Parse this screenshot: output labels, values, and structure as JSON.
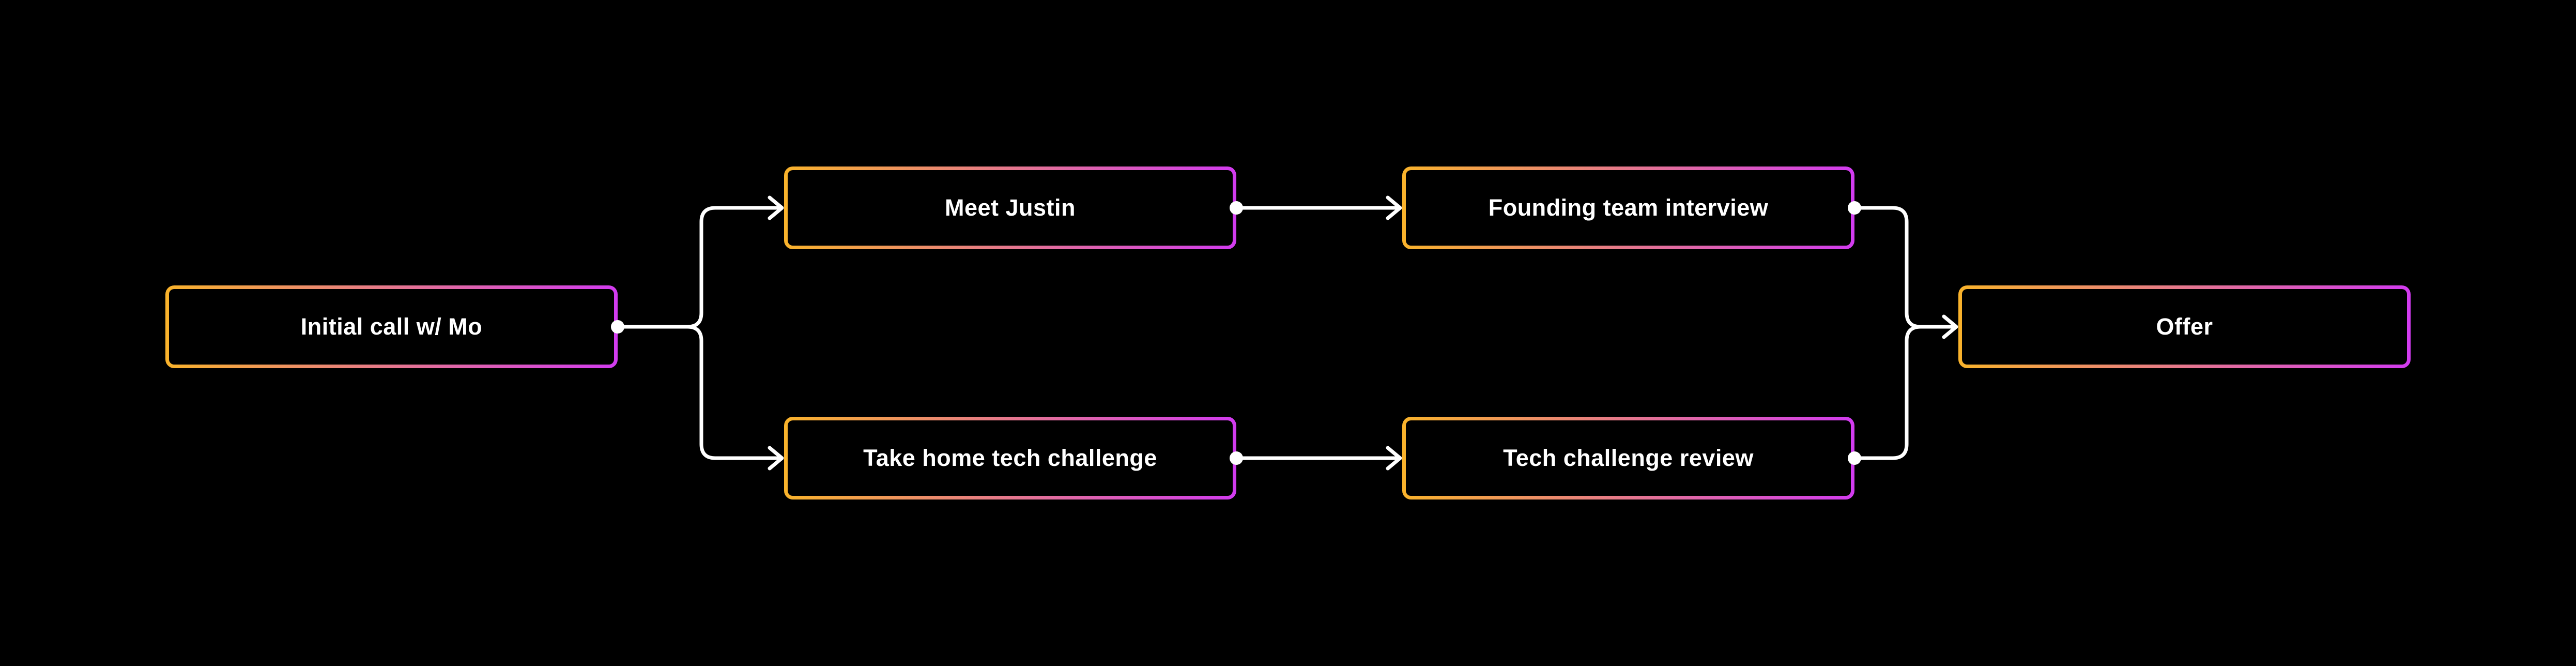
{
  "diagram": {
    "type": "flowchart",
    "direction": "left-to-right",
    "colors": {
      "background": "#000000",
      "node_border_gradient_start": "#F9B32B",
      "node_border_gradient_end": "#D23BF0",
      "node_fill": "#000000",
      "edge_line": "#FFFFFF",
      "label_text": "#FFFFFF"
    },
    "nodes": [
      {
        "id": "initial-call",
        "label": "Initial call w/ Mo"
      },
      {
        "id": "meet-justin",
        "label": "Meet Justin"
      },
      {
        "id": "take-home-tech-challenge",
        "label": "Take home tech challenge"
      },
      {
        "id": "founding-team-interview",
        "label": "Founding team interview"
      },
      {
        "id": "tech-challenge-review",
        "label": "Tech challenge review"
      },
      {
        "id": "offer",
        "label": "Offer"
      }
    ],
    "edges": [
      {
        "from": "initial-call",
        "to": "meet-justin"
      },
      {
        "from": "initial-call",
        "to": "take-home-tech-challenge"
      },
      {
        "from": "meet-justin",
        "to": "founding-team-interview"
      },
      {
        "from": "take-home-tech-challenge",
        "to": "tech-challenge-review"
      },
      {
        "from": "founding-team-interview",
        "to": "offer"
      },
      {
        "from": "tech-challenge-review",
        "to": "offer"
      }
    ]
  }
}
